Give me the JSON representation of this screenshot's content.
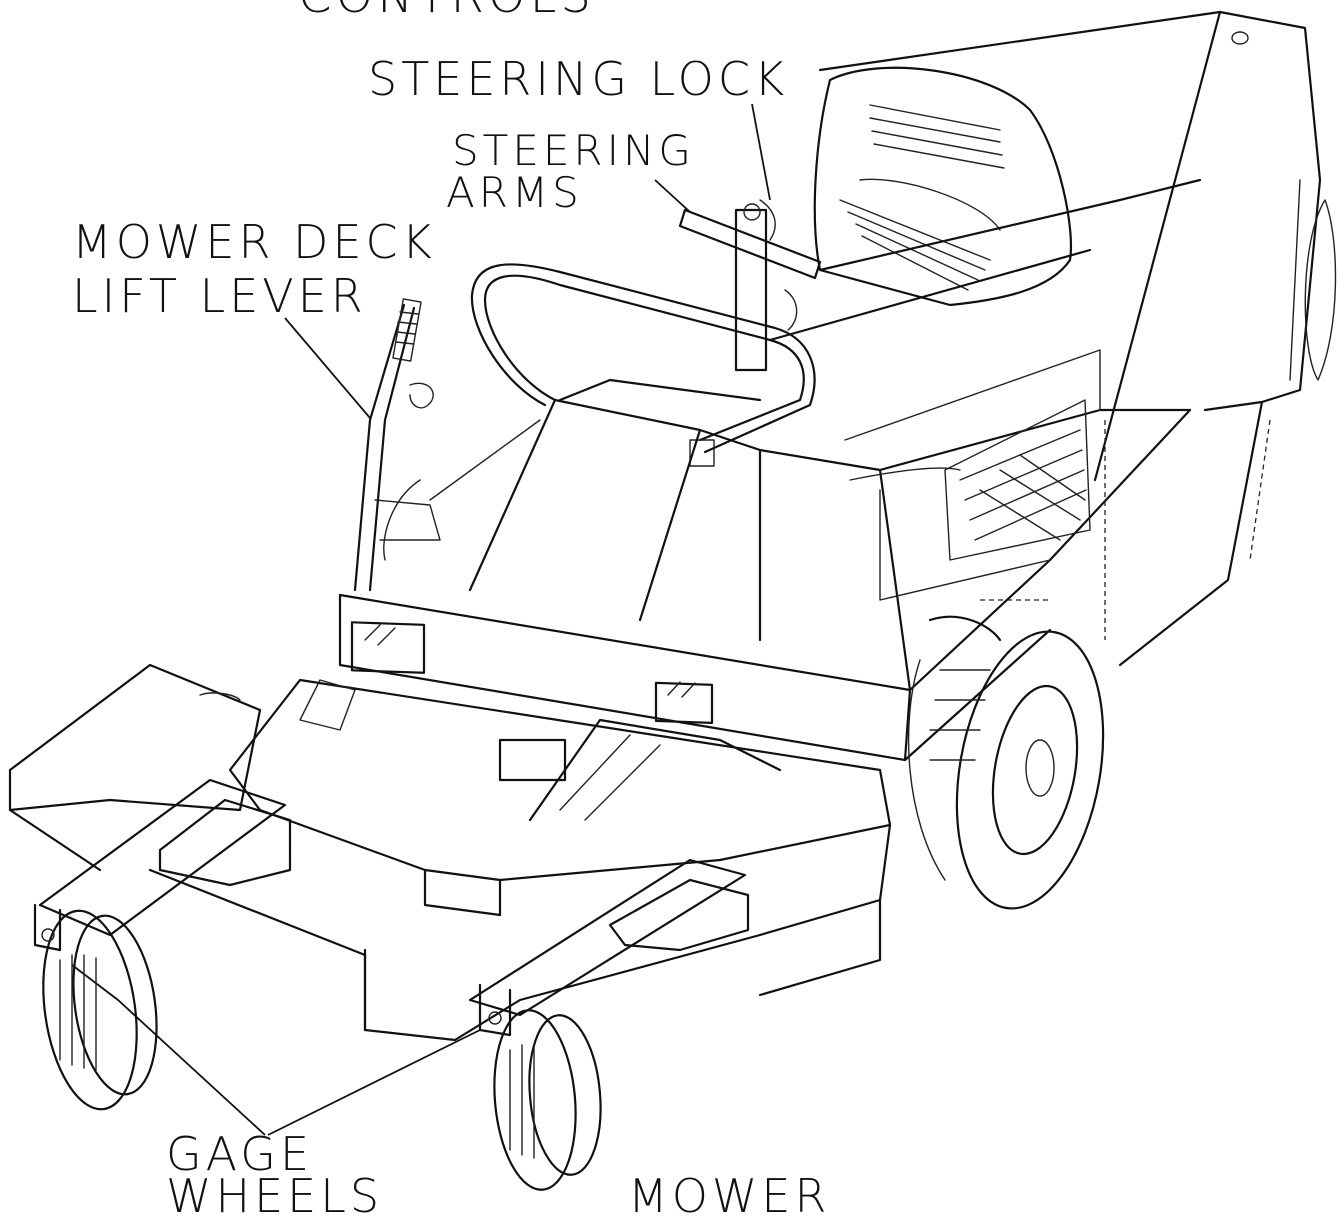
{
  "labels": {
    "controls": "CONTROLS",
    "steering_lock": "STEERING LOCK",
    "steering_arms_1": "STEERING",
    "steering_arms_2": "ARMS",
    "lift_lever_1": "MOWER DECK",
    "lift_lever_2": "LIFT LEVER",
    "gage_wheels_1": "GAGE",
    "gage_wheels_2": "WHEELS",
    "mower": "MOWER"
  }
}
